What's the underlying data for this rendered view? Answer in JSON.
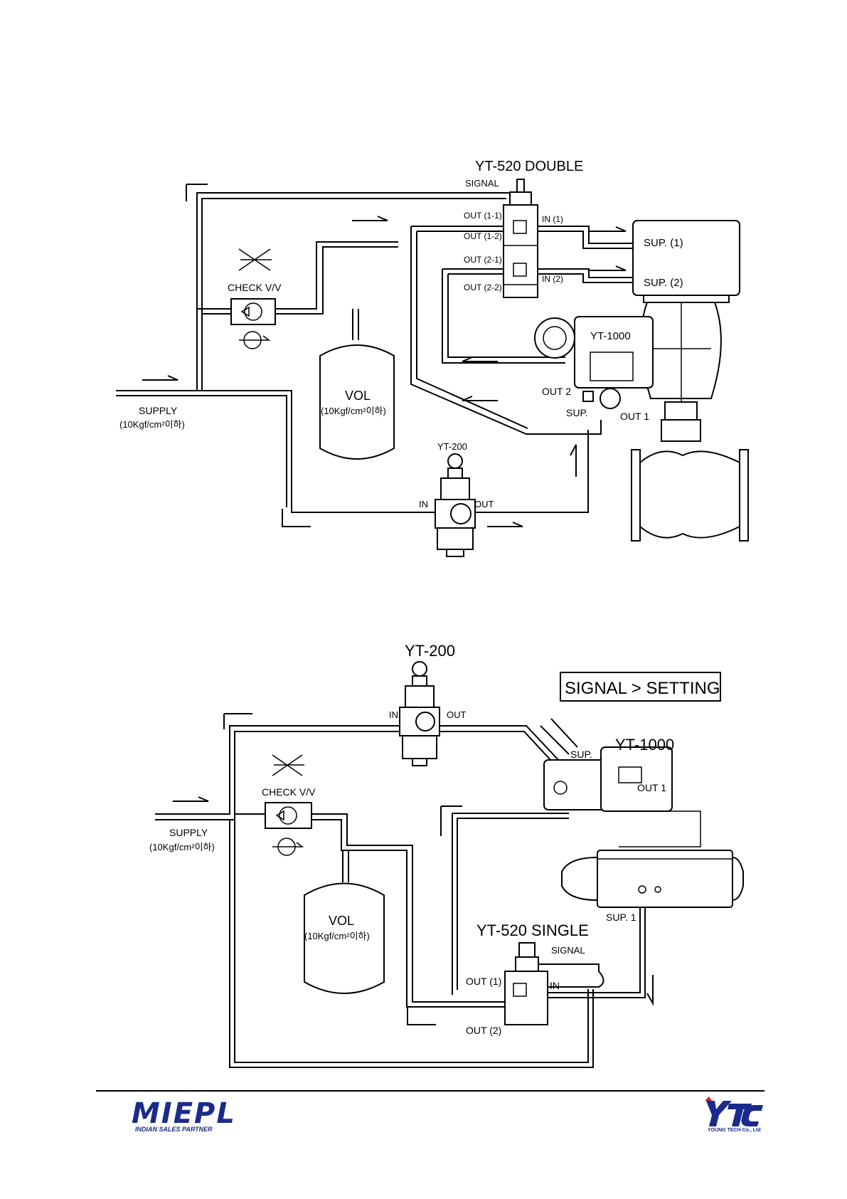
{
  "diagram_top": {
    "title": "YT-520 DOUBLE",
    "signal": "SIGNAL",
    "out_1_1": "OUT (1-1)",
    "out_1_2": "OUT (1-2)",
    "out_2_1": "OUT (2-1)",
    "out_2_2": "OUT (2-2)",
    "in_1": "IN (1)",
    "in_2": "IN (2)",
    "sup_1": "SUP. (1)",
    "sup_2": "SUP. (2)",
    "check_valve": "CHECK V/V",
    "vol": "VOL",
    "vol_spec": "(10Kgf/cm²이하)",
    "supply": "SUPPLY",
    "supply_spec": "(10Kgf/cm²이하)",
    "yt1000": "YT-1000",
    "out2": "OUT 2",
    "sup": "SUP.",
    "out1": "OUT 1",
    "yt200": "YT-200",
    "in": "IN",
    "out": "OUT"
  },
  "diagram_bottom": {
    "yt200": "YT-200",
    "in": "IN",
    "out": "OUT",
    "signal_setting": "SIGNAL > SETTING",
    "sup": "SUP.",
    "yt1000": "YT-1000",
    "out1": "OUT 1",
    "check_valve": "CHECK V/V",
    "supply": "SUPPLY",
    "supply_spec": "(10Kgf/cm²이하)",
    "vol": "VOL",
    "vol_spec": "(10Kgf/cm²이하)",
    "sup1": "SUP. 1",
    "yt520": "YT-520 SINGLE",
    "signal": "SIGNAL",
    "out_1": "OUT (1)",
    "out_2": "OUT (2)"
  },
  "footer": {
    "miepl_logo": "MIEPL",
    "miepl_sub": "INDIAN SALES PARTNER",
    "ytc_logo": "YTC",
    "ytc_sub": "YOUNG TECH Co., Ltd",
    "brand_color": "#1a2b8c"
  },
  "icons": [
    "check-valve-symbol",
    "volume-tank",
    "regulator",
    "positioner",
    "actuator",
    "control-valve",
    "flow-arrow"
  ]
}
